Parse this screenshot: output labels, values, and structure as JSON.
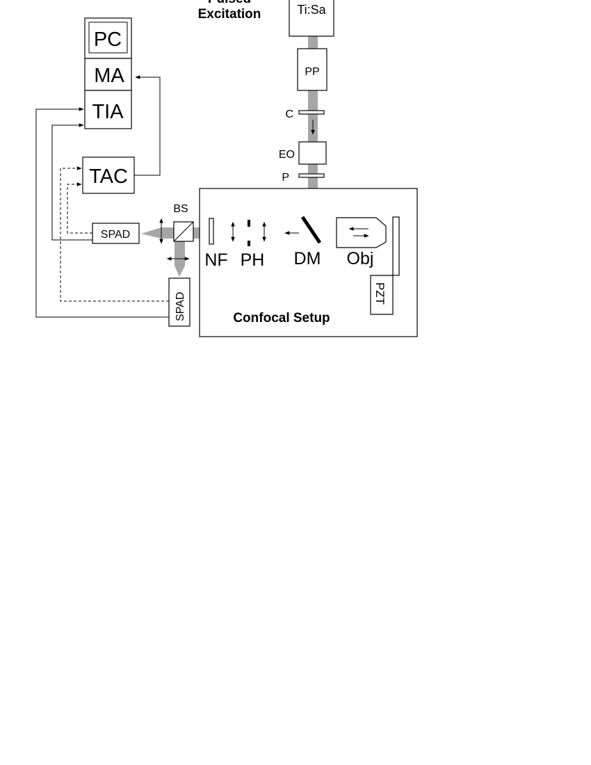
{
  "labels": {
    "pulsed_line1": "Pulsed",
    "pulsed_line2": "Excitation",
    "laser": "Ti:Sa",
    "pulse_picker": "PP",
    "c": "C",
    "eo": "EO",
    "p": "P",
    "pc": "PC",
    "ma": "MA",
    "tia": "TIA",
    "tac": "TAC",
    "bs": "BS",
    "spad_horizontal": "SPAD",
    "spad_vertical": "SPAD",
    "nf": "NF",
    "ph": "PH",
    "dm": "DM",
    "obj": "Obj",
    "pzt": "PZT",
    "confocal_setup": "Confocal Setup"
  },
  "colors": {
    "beam": "#a6a6a6",
    "line": "#000000",
    "background": "#ffffff"
  }
}
